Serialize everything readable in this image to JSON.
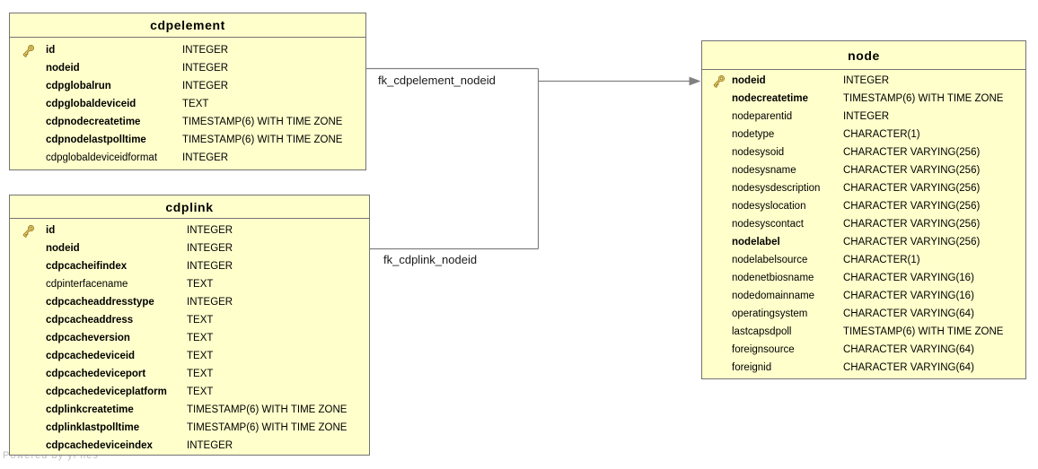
{
  "diagram": {
    "tables": [
      {
        "id": "cdpelement",
        "title": "cdpelement",
        "columns": [
          {
            "name": "id",
            "type": "INTEGER",
            "pk": true,
            "bold": true
          },
          {
            "name": "nodeid",
            "type": "INTEGER",
            "pk": false,
            "bold": true
          },
          {
            "name": "cdpglobalrun",
            "type": "INTEGER",
            "pk": false,
            "bold": true
          },
          {
            "name": "cdpglobaldeviceid",
            "type": "TEXT",
            "pk": false,
            "bold": true
          },
          {
            "name": "cdpnodecreatetime",
            "type": "TIMESTAMP(6) WITH TIME ZONE",
            "pk": false,
            "bold": true
          },
          {
            "name": "cdpnodelastpolltime",
            "type": "TIMESTAMP(6) WITH TIME ZONE",
            "pk": false,
            "bold": true
          },
          {
            "name": "cdpglobaldeviceidformat",
            "type": "INTEGER",
            "pk": false,
            "bold": false
          }
        ]
      },
      {
        "id": "cdplink",
        "title": "cdplink",
        "columns": [
          {
            "name": "id",
            "type": "INTEGER",
            "pk": true,
            "bold": true
          },
          {
            "name": "nodeid",
            "type": "INTEGER",
            "pk": false,
            "bold": true
          },
          {
            "name": "cdpcacheifindex",
            "type": "INTEGER",
            "pk": false,
            "bold": true
          },
          {
            "name": "cdpinterfacename",
            "type": "TEXT",
            "pk": false,
            "bold": false
          },
          {
            "name": "cdpcacheaddresstype",
            "type": "INTEGER",
            "pk": false,
            "bold": true
          },
          {
            "name": "cdpcacheaddress",
            "type": "TEXT",
            "pk": false,
            "bold": true
          },
          {
            "name": "cdpcacheversion",
            "type": "TEXT",
            "pk": false,
            "bold": true
          },
          {
            "name": "cdpcachedeviceid",
            "type": "TEXT",
            "pk": false,
            "bold": true
          },
          {
            "name": "cdpcachedeviceport",
            "type": "TEXT",
            "pk": false,
            "bold": true
          },
          {
            "name": "cdpcachedeviceplatform",
            "type": "TEXT",
            "pk": false,
            "bold": true
          },
          {
            "name": "cdplinkcreatetime",
            "type": "TIMESTAMP(6) WITH TIME ZONE",
            "pk": false,
            "bold": true
          },
          {
            "name": "cdplinklastpolltime",
            "type": "TIMESTAMP(6) WITH TIME ZONE",
            "pk": false,
            "bold": true
          },
          {
            "name": "cdpcachedeviceindex",
            "type": "INTEGER",
            "pk": false,
            "bold": true
          }
        ]
      },
      {
        "id": "node",
        "title": "node",
        "columns": [
          {
            "name": "nodeid",
            "type": "INTEGER",
            "pk": true,
            "bold": true
          },
          {
            "name": "nodecreatetime",
            "type": "TIMESTAMP(6) WITH TIME ZONE",
            "pk": false,
            "bold": true
          },
          {
            "name": "nodeparentid",
            "type": "INTEGER",
            "pk": false,
            "bold": false
          },
          {
            "name": "nodetype",
            "type": "CHARACTER(1)",
            "pk": false,
            "bold": false
          },
          {
            "name": "nodesysoid",
            "type": "CHARACTER VARYING(256)",
            "pk": false,
            "bold": false
          },
          {
            "name": "nodesysname",
            "type": "CHARACTER VARYING(256)",
            "pk": false,
            "bold": false
          },
          {
            "name": "nodesysdescription",
            "type": "CHARACTER VARYING(256)",
            "pk": false,
            "bold": false
          },
          {
            "name": "nodesyslocation",
            "type": "CHARACTER VARYING(256)",
            "pk": false,
            "bold": false
          },
          {
            "name": "nodesyscontact",
            "type": "CHARACTER VARYING(256)",
            "pk": false,
            "bold": false
          },
          {
            "name": "nodelabel",
            "type": "CHARACTER VARYING(256)",
            "pk": false,
            "bold": true
          },
          {
            "name": "nodelabelsource",
            "type": "CHARACTER(1)",
            "pk": false,
            "bold": false
          },
          {
            "name": "nodenetbiosname",
            "type": "CHARACTER VARYING(16)",
            "pk": false,
            "bold": false
          },
          {
            "name": "nodedomainname",
            "type": "CHARACTER VARYING(16)",
            "pk": false,
            "bold": false
          },
          {
            "name": "operatingsystem",
            "type": "CHARACTER VARYING(64)",
            "pk": false,
            "bold": false
          },
          {
            "name": "lastcapsdpoll",
            "type": "TIMESTAMP(6) WITH TIME ZONE",
            "pk": false,
            "bold": false
          },
          {
            "name": "foreignsource",
            "type": "CHARACTER VARYING(64)",
            "pk": false,
            "bold": false
          },
          {
            "name": "foreignid",
            "type": "CHARACTER VARYING(64)",
            "pk": false,
            "bold": false
          }
        ]
      }
    ],
    "edges": [
      {
        "label": "fk_cdpelement_nodeid",
        "from": "cdpelement.nodeid",
        "to": "node.nodeid"
      },
      {
        "label": "fk_cdplink_nodeid",
        "from": "cdplink.nodeid",
        "to": "node.nodeid"
      }
    ],
    "watermark": "Powered by yFiles",
    "colors": {
      "table_fill": "#FFFFCC",
      "table_border": "#737373",
      "edge_line": "#808080",
      "key_icon_gold": "#C9A227",
      "key_icon_outline": "#8A6A14",
      "text": "#000000",
      "watermark_gray": "#BFBFBF"
    }
  }
}
